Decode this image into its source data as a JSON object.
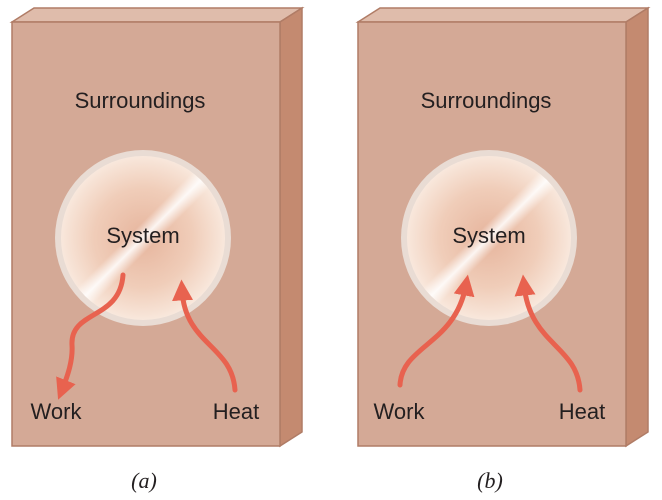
{
  "panels": [
    {
      "surroundings_label": "Surroundings",
      "system_label": "System",
      "work_label": "Work",
      "heat_label": "Heat",
      "caption": "(a)"
    },
    {
      "surroundings_label": "Surroundings",
      "system_label": "System",
      "work_label": "Work",
      "heat_label": "Heat",
      "caption": "(b)"
    }
  ],
  "colors": {
    "box_front": "#d4a996",
    "box_top": "#dfbcab",
    "box_side": "#c48a70",
    "arrow": "#e8624f"
  }
}
